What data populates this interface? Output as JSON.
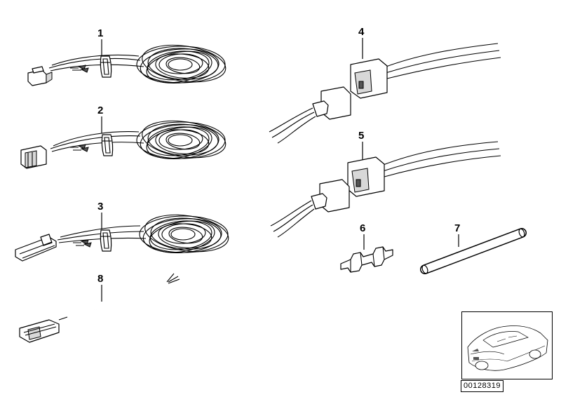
{
  "callouts": {
    "part1": "1",
    "part2": "2",
    "part3": "3",
    "part4": "4",
    "part5": "5",
    "part6": "6",
    "part7": "7",
    "part8": "8"
  },
  "diagram_id": "00128319",
  "icons": {
    "inset": "car-location-icon"
  }
}
